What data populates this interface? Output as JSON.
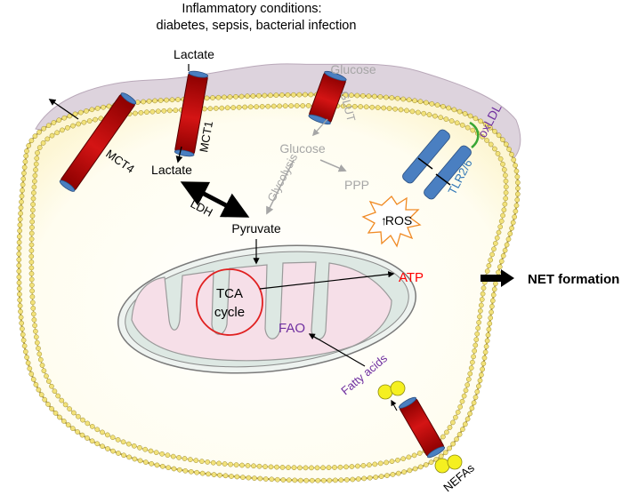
{
  "header": {
    "line1": "Inflammatory conditions:",
    "line2": "diabetes, sepsis, bacterial infection"
  },
  "transporters": {
    "mct1": "MCT1",
    "mct4": "MCT4",
    "glut": "GLUT"
  },
  "metabolites": {
    "lactate_top": "Lactate",
    "lactate_inner": "Lactate",
    "glucose_top": "Glucose",
    "glucose_inner": "Glucose",
    "pyruvate": "Pyruvate",
    "fatty_acids": "Fatty acids",
    "nefas": "NEFAs"
  },
  "pathways": {
    "ldh": "LDH",
    "glycolysis": "Glycolysis",
    "ppp": "PPP",
    "tca_line1": "TCA",
    "tca_line2": "cycle",
    "fao": "FAO",
    "atp": "ATP"
  },
  "receptor": {
    "tlr": "TLR2/6",
    "oxldl": "oxLDL",
    "ros": "ROS",
    "ros_arrow": "↑"
  },
  "outcome": {
    "net_formation": "NET formation"
  },
  "colors": {
    "transporter": "#c00000",
    "membrane_head": "#f2e27a",
    "purple_label": "#7030a0",
    "tlr_blue": "#2e75b6",
    "grey_path": "#a6a6a6",
    "atp_red": "#ff0000",
    "mito_fill": "#dde8e3",
    "cristae_fill": "#f3d8e2"
  }
}
